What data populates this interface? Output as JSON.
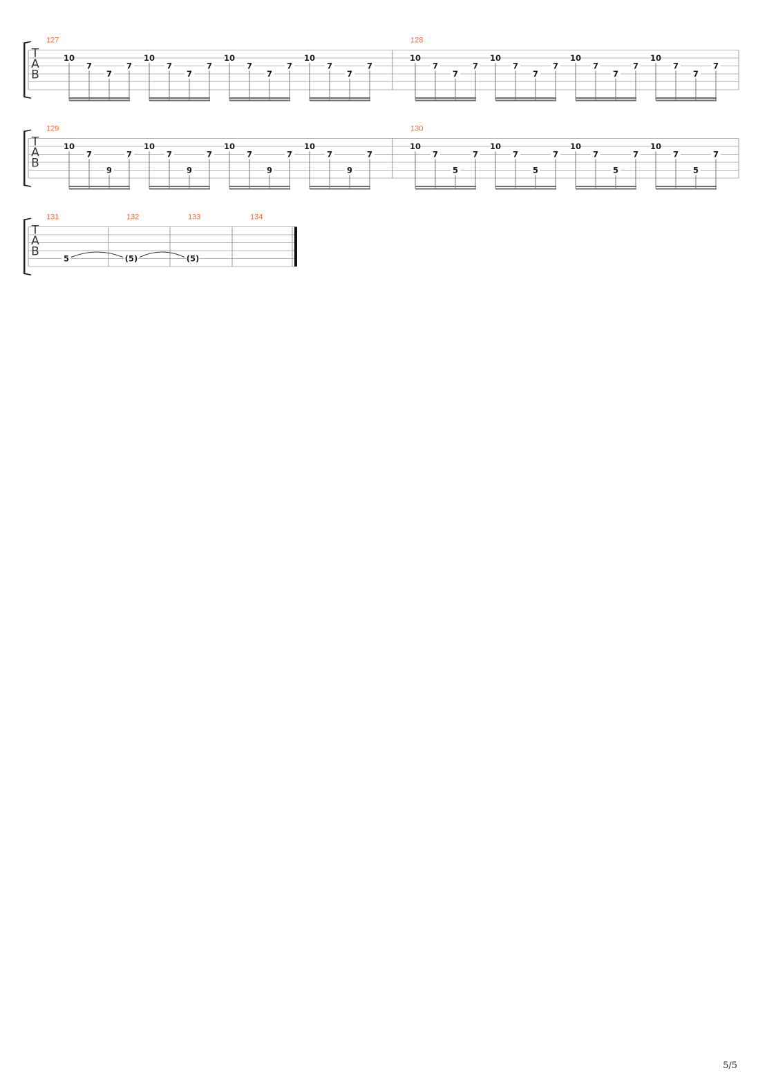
{
  "clef": [
    "T",
    "A",
    "B"
  ],
  "page_number": "5/5",
  "systems": [
    {
      "measures": [
        {
          "number": "127",
          "beats": [
            [
              {
                "s": 2,
                "f": "10"
              },
              {
                "s": 3,
                "f": "7"
              },
              {
                "s": 4,
                "f": "7"
              },
              {
                "s": 3,
                "f": "7"
              }
            ],
            [
              {
                "s": 2,
                "f": "10"
              },
              {
                "s": 3,
                "f": "7"
              },
              {
                "s": 4,
                "f": "7"
              },
              {
                "s": 3,
                "f": "7"
              }
            ],
            [
              {
                "s": 2,
                "f": "10"
              },
              {
                "s": 3,
                "f": "7"
              },
              {
                "s": 4,
                "f": "7"
              },
              {
                "s": 3,
                "f": "7"
              }
            ],
            [
              {
                "s": 2,
                "f": "10"
              },
              {
                "s": 3,
                "f": "7"
              },
              {
                "s": 4,
                "f": "7"
              },
              {
                "s": 3,
                "f": "7"
              }
            ]
          ]
        },
        {
          "number": "128",
          "beats": [
            [
              {
                "s": 2,
                "f": "10"
              },
              {
                "s": 3,
                "f": "7"
              },
              {
                "s": 4,
                "f": "7"
              },
              {
                "s": 3,
                "f": "7"
              }
            ],
            [
              {
                "s": 2,
                "f": "10"
              },
              {
                "s": 3,
                "f": "7"
              },
              {
                "s": 4,
                "f": "7"
              },
              {
                "s": 3,
                "f": "7"
              }
            ],
            [
              {
                "s": 2,
                "f": "10"
              },
              {
                "s": 3,
                "f": "7"
              },
              {
                "s": 4,
                "f": "7"
              },
              {
                "s": 3,
                "f": "7"
              }
            ],
            [
              {
                "s": 2,
                "f": "10"
              },
              {
                "s": 3,
                "f": "7"
              },
              {
                "s": 4,
                "f": "7"
              },
              {
                "s": 3,
                "f": "7"
              }
            ]
          ]
        }
      ]
    },
    {
      "measures": [
        {
          "number": "129",
          "beats": [
            [
              {
                "s": 2,
                "f": "10"
              },
              {
                "s": 3,
                "f": "7"
              },
              {
                "s": 5,
                "f": "9"
              },
              {
                "s": 3,
                "f": "7"
              }
            ],
            [
              {
                "s": 2,
                "f": "10"
              },
              {
                "s": 3,
                "f": "7"
              },
              {
                "s": 5,
                "f": "9"
              },
              {
                "s": 3,
                "f": "7"
              }
            ],
            [
              {
                "s": 2,
                "f": "10"
              },
              {
                "s": 3,
                "f": "7"
              },
              {
                "s": 5,
                "f": "9"
              },
              {
                "s": 3,
                "f": "7"
              }
            ],
            [
              {
                "s": 2,
                "f": "10"
              },
              {
                "s": 3,
                "f": "7"
              },
              {
                "s": 5,
                "f": "9"
              },
              {
                "s": 3,
                "f": "7"
              }
            ]
          ]
        },
        {
          "number": "130",
          "beats": [
            [
              {
                "s": 2,
                "f": "10"
              },
              {
                "s": 3,
                "f": "7"
              },
              {
                "s": 5,
                "f": "5"
              },
              {
                "s": 3,
                "f": "7"
              }
            ],
            [
              {
                "s": 2,
                "f": "10"
              },
              {
                "s": 3,
                "f": "7"
              },
              {
                "s": 5,
                "f": "5"
              },
              {
                "s": 3,
                "f": "7"
              }
            ],
            [
              {
                "s": 2,
                "f": "10"
              },
              {
                "s": 3,
                "f": "7"
              },
              {
                "s": 5,
                "f": "5"
              },
              {
                "s": 3,
                "f": "7"
              }
            ],
            [
              {
                "s": 2,
                "f": "10"
              },
              {
                "s": 3,
                "f": "7"
              },
              {
                "s": 5,
                "f": "5"
              },
              {
                "s": 3,
                "f": "7"
              }
            ]
          ]
        }
      ]
    },
    {
      "measures": [
        {
          "number": "131",
          "notes": [
            {
              "s": 5,
              "f": "5"
            }
          ]
        },
        {
          "number": "132",
          "notes": [
            {
              "s": 5,
              "f": "(5)"
            }
          ]
        },
        {
          "number": "133",
          "notes": [
            {
              "s": 5,
              "f": "(5)"
            }
          ]
        },
        {
          "number": "134",
          "notes": []
        }
      ],
      "ties": [
        [
          0,
          1
        ],
        [
          1,
          2
        ]
      ]
    }
  ]
}
